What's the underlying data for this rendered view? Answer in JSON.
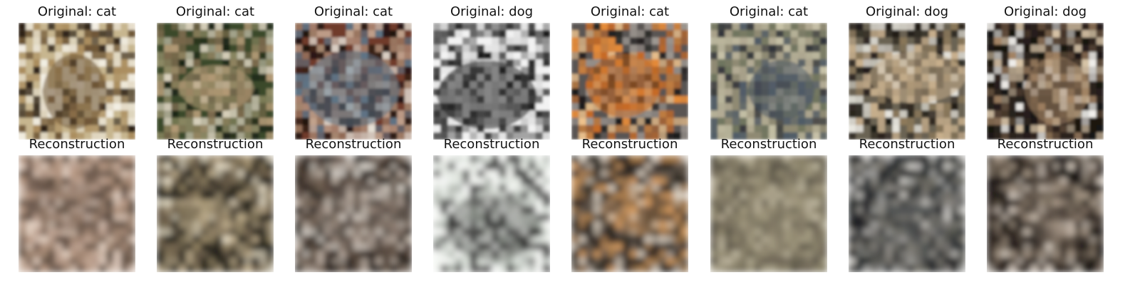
{
  "figure": {
    "rows": [
      {
        "row": "originals",
        "panels": [
          {
            "title": "Original: cat",
            "label": "cat",
            "palette": [
              "#c7b68f",
              "#e8e1d0",
              "#6c5434",
              "#2b2016",
              "#a98b5c",
              "#f3efe4"
            ]
          },
          {
            "title": "Original: cat",
            "label": "cat",
            "palette": [
              "#3b4a2a",
              "#7c6a4e",
              "#b49b77",
              "#1d2418",
              "#8f8a66",
              "#d8d0bc"
            ]
          },
          {
            "title": "Original: cat",
            "label": "cat",
            "palette": [
              "#6f3b2a",
              "#a68770",
              "#5f7486",
              "#1f1410",
              "#c3a48f",
              "#e9e4da"
            ]
          },
          {
            "title": "Original: dog",
            "label": "dog",
            "palette": [
              "#f2f2f2",
              "#c8c8c8",
              "#2a2a2a",
              "#111111",
              "#8a8a8a",
              "#e0e0e0"
            ]
          },
          {
            "title": "Original: cat",
            "label": "cat",
            "palette": [
              "#5a5553",
              "#e58b39",
              "#c76b27",
              "#1b1a1a",
              "#a19b95",
              "#f1c58f"
            ]
          },
          {
            "title": "Original: cat",
            "label": "cat",
            "palette": [
              "#8f8a73",
              "#6d735d",
              "#4e5a66",
              "#b7af98",
              "#2f3138",
              "#c7c2a8"
            ]
          },
          {
            "title": "Original: dog",
            "label": "dog",
            "palette": [
              "#6b6353",
              "#2a241e",
              "#c9b08e",
              "#e8e6df",
              "#8e7a5b",
              "#1a1714"
            ]
          },
          {
            "title": "Original: dog",
            "label": "dog",
            "palette": [
              "#1a1512",
              "#5e4a3a",
              "#a68666",
              "#f2f0ec",
              "#2e2520",
              "#d9c5a8"
            ]
          }
        ]
      },
      {
        "row": "reconstructions",
        "panels": [
          {
            "title": "Reconstruction",
            "palette": [
              "#9f8471",
              "#c2a796",
              "#6e5c50",
              "#e2cfc1",
              "#514238",
              "#b99a85"
            ]
          },
          {
            "title": "Reconstruction",
            "palette": [
              "#2e2b22",
              "#766751",
              "#c0ae8d",
              "#151510",
              "#9c8b6a",
              "#e6dcc5"
            ]
          },
          {
            "title": "Reconstruction",
            "palette": [
              "#2a211b",
              "#7b6a5d",
              "#b9aca0",
              "#5e4e43",
              "#d7d1c9",
              "#3f3a34"
            ]
          },
          {
            "title": "Reconstruction",
            "palette": [
              "#f4f6f3",
              "#d7ddd6",
              "#333332",
              "#121212",
              "#a7aea6",
              "#e7ece5"
            ]
          },
          {
            "title": "Reconstruction",
            "palette": [
              "#3c342d",
              "#a77b4a",
              "#d39b62",
              "#6f6256",
              "#e2d7c8",
              "#231f1c"
            ]
          },
          {
            "title": "Reconstruction",
            "palette": [
              "#8a826a",
              "#6b6354",
              "#a39b82",
              "#5a5548",
              "#bdb59f",
              "#7a7260"
            ]
          },
          {
            "title": "Reconstruction",
            "palette": [
              "#2f3336",
              "#5b5a54",
              "#8f8c86",
              "#c9c7c2",
              "#1a1b1c",
              "#76736a"
            ]
          },
          {
            "title": "Reconstruction",
            "palette": [
              "#2a241f",
              "#6c5f52",
              "#a89988",
              "#151210",
              "#d3c8bc",
              "#4b4138"
            ]
          }
        ]
      }
    ]
  }
}
